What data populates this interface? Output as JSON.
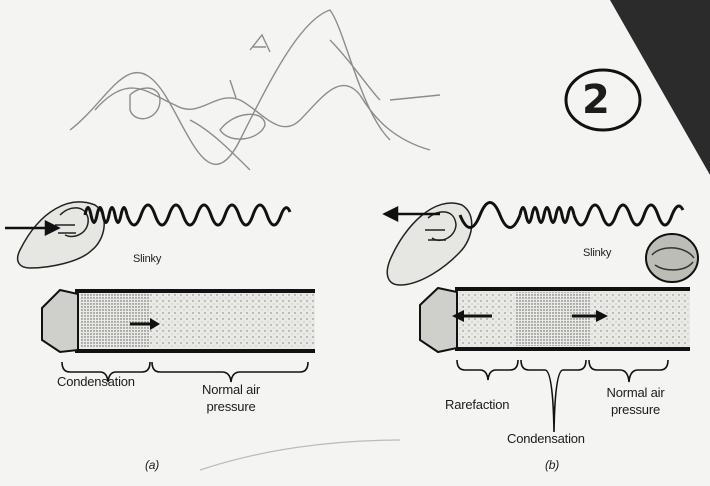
{
  "page_number": "2",
  "slinky_label": "Slinky",
  "panel_a": {
    "caption": "(a)",
    "labels": {
      "condensation": "Condensation",
      "normal_pressure_line1": "Normal air",
      "normal_pressure_line2": "pressure"
    }
  },
  "panel_b": {
    "caption": "(b)",
    "labels": {
      "rarefaction": "Rarefaction",
      "condensation": "Condensation",
      "normal_pressure_line1": "Normal air",
      "normal_pressure_line2": "pressure"
    }
  },
  "colors": {
    "ink": "#1c1c1c",
    "pencil": "#5a5a5a",
    "paper": "#f4f4f2",
    "tube_fill": "#e9e9e6"
  }
}
